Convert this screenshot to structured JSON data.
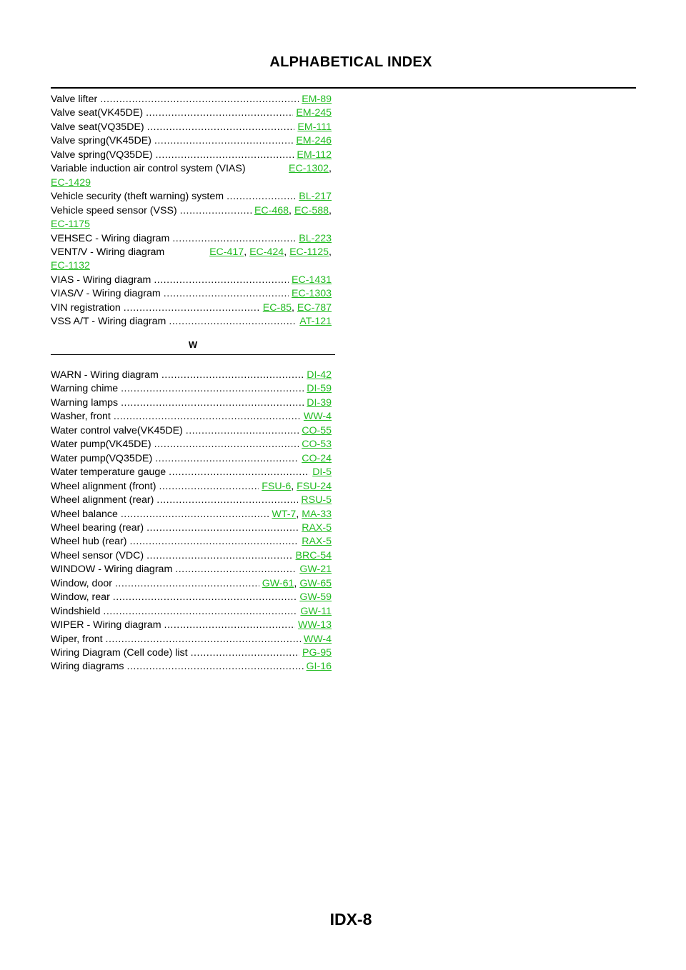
{
  "header": {
    "title": "ALPHABETICAL INDEX"
  },
  "section_w": {
    "letter": "W"
  },
  "footer": {
    "page_number": "IDX-8"
  },
  "link_color": "#22bb22",
  "entries_v": [
    {
      "name": "Valve lifter",
      "refs": [
        "EM-89"
      ]
    },
    {
      "name": "Valve seat(VK45DE)",
      "refs": [
        "EM-245"
      ]
    },
    {
      "name": "Valve seat(VQ35DE)",
      "refs": [
        "EM-111"
      ]
    },
    {
      "name": "Valve spring(VK45DE)",
      "refs": [
        "EM-246"
      ]
    },
    {
      "name": "Valve spring(VQ35DE)",
      "refs": [
        "EM-112"
      ]
    },
    {
      "name": "Variable induction air control system (VIAS)",
      "refs": [
        "EC-1302",
        "EC-1429"
      ]
    },
    {
      "name": "Vehicle security (theft warning) system",
      "refs": [
        "BL-217"
      ]
    },
    {
      "name": "Vehicle speed sensor (VSS)",
      "refs": [
        "EC-468",
        "EC-588",
        "EC-1175"
      ]
    },
    {
      "name": "VEHSEC - Wiring diagram",
      "refs": [
        "BL-223"
      ]
    },
    {
      "name": "VENT/V - Wiring diagram",
      "refs": [
        "EC-417",
        "EC-424",
        "EC-1125",
        "EC-1132"
      ]
    },
    {
      "name": "VIAS - Wiring diagram",
      "refs": [
        "EC-1431"
      ]
    },
    {
      "name": "VIAS/V - Wiring diagram",
      "refs": [
        "EC-1303"
      ]
    },
    {
      "name": "VIN registration",
      "refs": [
        "EC-85",
        "EC-787"
      ]
    },
    {
      "name": "VSS A/T - Wiring diagram",
      "refs": [
        "AT-121"
      ]
    }
  ],
  "entries_w": [
    {
      "name": "WARN - Wiring diagram",
      "refs": [
        "DI-42"
      ]
    },
    {
      "name": "Warning chime",
      "refs": [
        "DI-59"
      ]
    },
    {
      "name": "Warning lamps",
      "refs": [
        "DI-39"
      ]
    },
    {
      "name": "Washer, front",
      "refs": [
        "WW-4"
      ]
    },
    {
      "name": "Water control valve(VK45DE)",
      "refs": [
        "CO-55"
      ]
    },
    {
      "name": "Water pump(VK45DE)",
      "refs": [
        "CO-53"
      ]
    },
    {
      "name": "Water pump(VQ35DE)",
      "refs": [
        "CO-24"
      ]
    },
    {
      "name": "Water temperature gauge",
      "refs": [
        "DI-5"
      ]
    },
    {
      "name": "Wheel alignment (front)",
      "refs": [
        "FSU-6",
        "FSU-24"
      ]
    },
    {
      "name": "Wheel alignment (rear)",
      "refs": [
        "RSU-5"
      ]
    },
    {
      "name": "Wheel balance",
      "refs": [
        "WT-7",
        "MA-33"
      ]
    },
    {
      "name": "Wheel bearing (rear)",
      "refs": [
        "RAX-5"
      ]
    },
    {
      "name": "Wheel hub (rear)",
      "refs": [
        "RAX-5"
      ]
    },
    {
      "name": "Wheel sensor (VDC)",
      "refs": [
        "BRC-54"
      ]
    },
    {
      "name": "WINDOW - Wiring diagram",
      "refs": [
        "GW-21"
      ]
    },
    {
      "name": "Window, door",
      "refs": [
        "GW-61",
        "GW-65"
      ]
    },
    {
      "name": "Window, rear",
      "refs": [
        "GW-59"
      ]
    },
    {
      "name": "Windshield",
      "refs": [
        "GW-11"
      ]
    },
    {
      "name": "WIPER - Wiring diagram",
      "refs": [
        "WW-13"
      ]
    },
    {
      "name": "Wiper, front",
      "refs": [
        "WW-4"
      ]
    },
    {
      "name": "Wiring Diagram (Cell code) list",
      "refs": [
        "PG-95"
      ]
    },
    {
      "name": "Wiring diagrams",
      "refs": [
        "GI-16"
      ]
    }
  ]
}
